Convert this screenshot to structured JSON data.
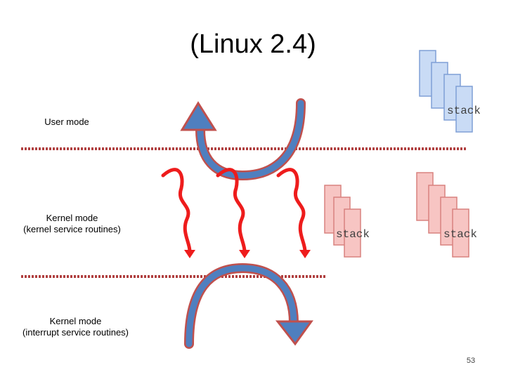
{
  "title": "(Linux 2.4)",
  "labels": {
    "user_mode": "User mode",
    "kernel_mode_kernel": [
      "Kernel mode",
      "(kernel service routines)"
    ],
    "kernel_mode_interrupt": [
      "Kernel mode",
      "(interrupt service routines)"
    ]
  },
  "stack_label": "stack",
  "page_number": "53",
  "colors": {
    "blue_stack_fill": "#c9dbf5",
    "blue_stack_stroke": "#7f9fd6",
    "red_stack_fill": "#f7c5c3",
    "red_stack_stroke": "#d9827f",
    "arrow_fill": "#4f7fbf",
    "arrow_outline": "#c0504d",
    "squiggle": "#ee1c1c",
    "divider": "#b04040"
  }
}
